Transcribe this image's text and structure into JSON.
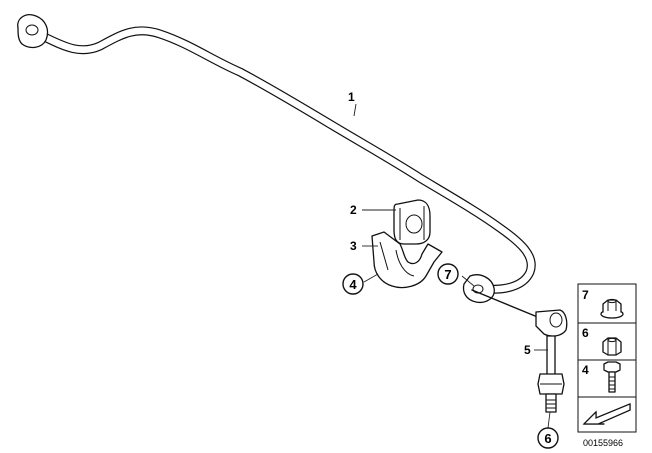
{
  "callouts": [
    {
      "id": "1",
      "text": "1"
    },
    {
      "id": "2",
      "text": "2"
    },
    {
      "id": "3",
      "text": "3"
    },
    {
      "id": "4",
      "text": "4"
    },
    {
      "id": "5",
      "text": "5"
    },
    {
      "id": "6",
      "text": "6"
    },
    {
      "id": "7",
      "text": "7"
    }
  ],
  "legend": {
    "items": [
      {
        "number": "7",
        "part": "flange-nut"
      },
      {
        "number": "6",
        "part": "hex-nut"
      },
      {
        "number": "4",
        "part": "bolt"
      }
    ],
    "arrow_icon": "direction-arrow-icon"
  },
  "diagram_code": "00155966"
}
